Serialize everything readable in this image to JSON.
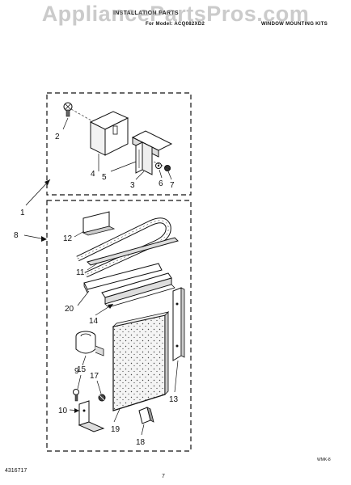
{
  "header": {
    "title": "INSTALLATION PARTS",
    "subtitle": "For Model: ACQ082XD2",
    "section": "WINDOW MOUNTING KITS"
  },
  "watermark": "AppliancePartsPros.com",
  "callouts": {
    "c1": "1",
    "c2": "2",
    "c3": "3",
    "c4": "4",
    "c5": "5",
    "c6": "6",
    "c7": "7",
    "c8": "8",
    "c9": "9",
    "c10": "10",
    "c11": "11",
    "c12": "12",
    "c13": "13",
    "c14": "14",
    "c15": "15",
    "c17": "17",
    "c18": "18",
    "c19": "19",
    "c20": "20"
  },
  "footer": {
    "doc_number": "4316717",
    "page": "7",
    "code": "WMK-8"
  }
}
